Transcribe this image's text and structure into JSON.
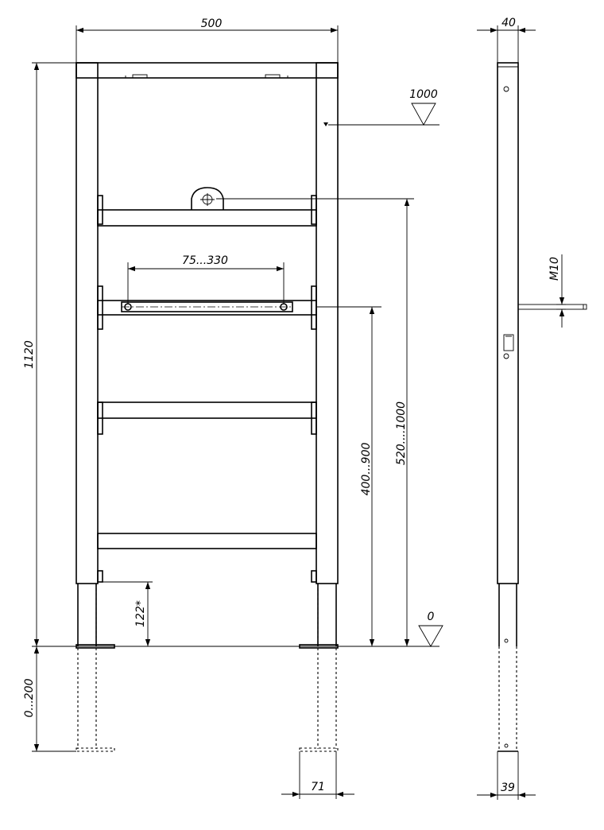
{
  "colors": {
    "ink": "#000000",
    "paper": "#ffffff"
  },
  "labels": {
    "width_front": "500",
    "width_side": "40",
    "level_top": "1000",
    "height_total": "1120",
    "range_75_330": "75...330",
    "range_520_1000": "520....1000",
    "range_400_900": "400...900",
    "dim_122": "122*",
    "level_zero": "0",
    "range_0_200": "0...200",
    "foot_71": "71",
    "foot_39": "39",
    "bolt_m10": "M10"
  }
}
